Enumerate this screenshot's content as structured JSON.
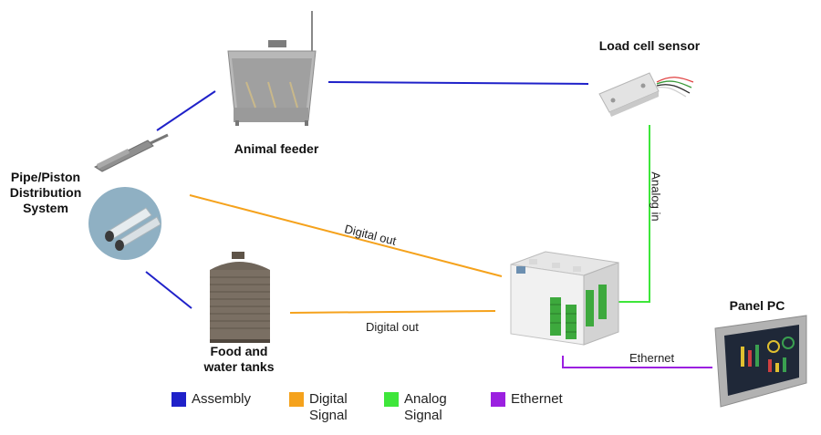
{
  "colors": {
    "assembly": "#1f21c9",
    "digital": "#f5a21c",
    "analog": "#3ee63a",
    "ethernet": "#9b20e0"
  },
  "nodes": {
    "feeder": {
      "label": "Animal feeder",
      "icon": "animal-feeder-icon"
    },
    "load_cell": {
      "label": "Load cell sensor",
      "icon": "load-cell-sensor-icon"
    },
    "pipe": {
      "label": "Pipe/Piston Distribution System",
      "icon": "pipe-piston-icon"
    },
    "tanks": {
      "label": "Food and water tanks",
      "icon": "water-tank-icon"
    },
    "plc": {
      "label": "",
      "icon": "plc-controller-icon"
    },
    "panel_pc": {
      "label": "Panel PC",
      "icon": "panel-pc-icon"
    }
  },
  "edges": {
    "digital_out_1": "Digital out",
    "digital_out_2": "Digital out",
    "analog_in": "Analog in",
    "ethernet": "Ethernet"
  },
  "legend": [
    {
      "key": "assembly",
      "label": "Assembly"
    },
    {
      "key": "digital",
      "label": "Digital Signal"
    },
    {
      "key": "analog",
      "label": "Analog Signal"
    },
    {
      "key": "ethernet",
      "label": "Ethernet"
    }
  ]
}
